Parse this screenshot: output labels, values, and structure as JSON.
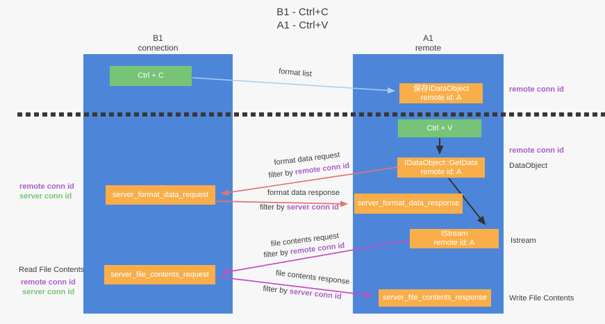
{
  "title": {
    "line1": "B1 - Ctrl+C",
    "line2": "A1 - Ctrl+V"
  },
  "lanes": {
    "left": {
      "title": "B1",
      "subtitle": "connection"
    },
    "right": {
      "title": "A1",
      "subtitle": "remote"
    }
  },
  "nodes": {
    "ctrl_c": {
      "label": "Ctrl + C"
    },
    "save_idataobject": {
      "label": "保存IDataObject",
      "sublabel": "remote id: A"
    },
    "ctrl_v": {
      "label": "Ctrl + V"
    },
    "getdata": {
      "label": "IDataObject::GetData",
      "sublabel": "remote id: A"
    },
    "server_format_data_request": {
      "label": "server_format_data_request"
    },
    "server_format_data_response": {
      "label": "server_format_data_response"
    },
    "istream": {
      "label": "IStream",
      "sublabel": "remote id: A"
    },
    "server_file_contents_request": {
      "label": "server_file_contents_request"
    },
    "server_file_contents_response": {
      "label": "server_file_contents_response"
    }
  },
  "flow_labels": {
    "format_list": "format list",
    "format_request": {
      "text": "format data request",
      "filter_prefix": "filter by ",
      "filter_key": "remote conn id"
    },
    "format_response": {
      "text": "format data response",
      "filter_prefix": "filter by ",
      "filter_key": "server conn id"
    },
    "file_request": {
      "text": "file contents request",
      "filter_prefix": "filter by ",
      "filter_key": "remote conn id"
    },
    "file_response": {
      "text": "file contents response",
      "filter_prefix": "filter by ",
      "filter_key": "server conn id"
    }
  },
  "side_labels": {
    "right_remote_conn_top": "remote conn id",
    "right_remote_conn_mid": "remote conn id",
    "dataobject": "DataObject",
    "istream": "Istream",
    "write_file_contents": "Write File Contents",
    "left_format_remote": "remote conn id",
    "left_format_server": "server conn id",
    "read_file_contents": "Read File Contents",
    "left_file_remote": "remote conn id",
    "left_file_server": "server conn id"
  },
  "colors": {
    "lane_blue": "#4d86d8",
    "node_orange": "#f9ae49",
    "node_green": "#77c377",
    "arrow_lightblue": "#a9cdee",
    "arrow_red": "#e57373",
    "arrow_magenta": "#c24fc2",
    "arrow_black": "#333333",
    "text_purple": "#ab5fc6",
    "text_green": "#74c474",
    "text_dark": "#3c3c3c",
    "divider_dark": "#383838"
  }
}
